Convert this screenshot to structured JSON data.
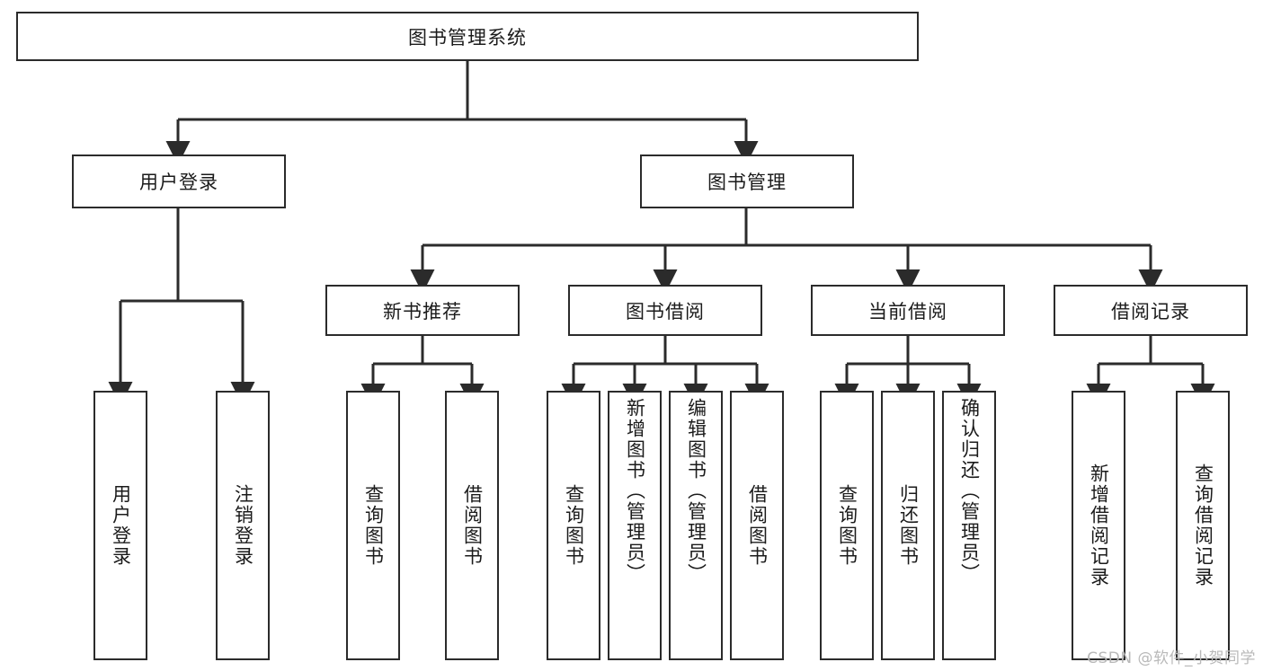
{
  "diagram": {
    "title": "图书管理系统",
    "type": "tree-hierarchy",
    "root": {
      "label": "图书管理系统",
      "orientation": "horizontal"
    },
    "level2": [
      {
        "label": "用户登录",
        "orientation": "horizontal"
      },
      {
        "label": "图书管理",
        "orientation": "horizontal"
      }
    ],
    "level3": [
      {
        "label": "新书推荐",
        "orientation": "horizontal",
        "parent": "图书管理"
      },
      {
        "label": "图书借阅",
        "orientation": "horizontal",
        "parent": "图书管理"
      },
      {
        "label": "当前借阅",
        "orientation": "horizontal",
        "parent": "图书管理"
      },
      {
        "label": "借阅记录",
        "orientation": "horizontal",
        "parent": "图书管理"
      }
    ],
    "leaves": [
      {
        "label": "用户登录",
        "orientation": "vertical",
        "parent": "用户登录"
      },
      {
        "label": "注销登录",
        "orientation": "vertical",
        "parent": "用户登录"
      },
      {
        "label": "查询图书",
        "orientation": "vertical",
        "parent": "新书推荐"
      },
      {
        "label": "借阅图书",
        "orientation": "vertical",
        "parent": "新书推荐"
      },
      {
        "label": "查询图书",
        "orientation": "vertical",
        "parent": "图书借阅"
      },
      {
        "label": "新增图书（管理员）",
        "orientation": "vertical",
        "parent": "图书借阅"
      },
      {
        "label": "编辑图书（管理员）",
        "orientation": "vertical",
        "parent": "图书借阅"
      },
      {
        "label": "借阅图书",
        "orientation": "vertical",
        "parent": "图书借阅"
      },
      {
        "label": "查询图书",
        "orientation": "vertical",
        "parent": "当前借阅"
      },
      {
        "label": "归还图书",
        "orientation": "vertical",
        "parent": "当前借阅"
      },
      {
        "label": "确认归还（管理员）",
        "orientation": "vertical",
        "parent": "当前借阅"
      },
      {
        "label": "新增借阅记录",
        "orientation": "vertical",
        "parent": "借阅记录"
      },
      {
        "label": "查询借阅记录",
        "orientation": "vertical",
        "parent": "借阅记录"
      }
    ],
    "colors": {
      "stroke": "#2b2b2b",
      "fill": "#ffffff",
      "text": "#1b1b1b",
      "watermark": "#b9b9b9"
    }
  },
  "watermark": {
    "text": "CSDN @软件_小贺同学"
  }
}
